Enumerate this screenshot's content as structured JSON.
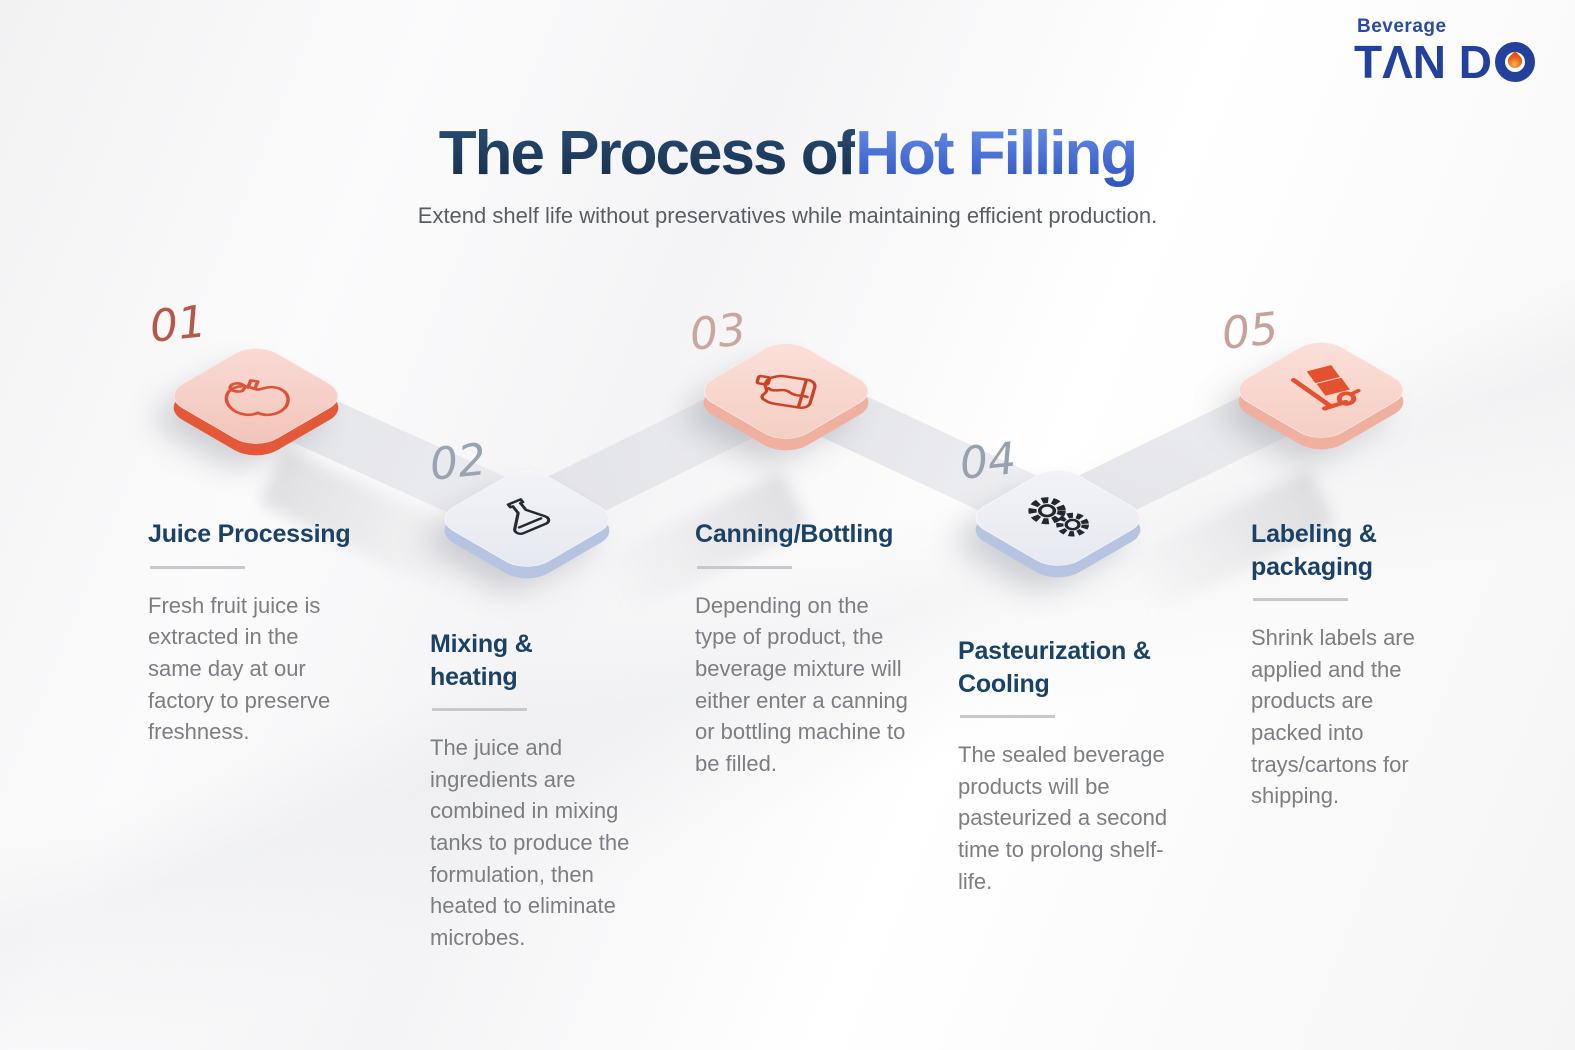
{
  "logo": {
    "tagline": "Beverage",
    "name": "TAN DO",
    "name_prefix": "TΛN D"
  },
  "header": {
    "title_prefix": "The Process of ",
    "title_highlight": "Hot Filling",
    "subtitle": "Extend shelf life without preservatives while maintaining efficient production."
  },
  "steps": [
    {
      "number": "01",
      "title": "Juice Processing",
      "description": "Fresh fruit juice is extracted in the same day at our factory to preserve freshness.",
      "icon": "apple-icon",
      "theme": "orange"
    },
    {
      "number": "02",
      "title": "Mixing & heating",
      "description": "The juice and ingredients are combined in mixing tanks to produce the formulation, then heated to eliminate microbes.",
      "icon": "flask-icon",
      "theme": "gray"
    },
    {
      "number": "03",
      "title": "Canning/Bottling",
      "description": "Depending on the type of product, the beverage mixture will either enter a canning or bottling machine to be filled.",
      "icon": "bottle-icon",
      "theme": "pink"
    },
    {
      "number": "04",
      "title": "Pasteurization & Cooling",
      "description": "The sealed beverage products will be pasteurized a second time to prolong shelf-life.",
      "icon": "gears-icon",
      "theme": "gray"
    },
    {
      "number": "05",
      "title": "Labeling & packaging",
      "description": "Shrink labels are applied and the products are packed into trays/cartons for shipping.",
      "icon": "hand-truck-icon",
      "theme": "pink"
    }
  ],
  "colors": {
    "brand_blue": "#24409d",
    "droplet_orange": "#ea5c12",
    "title_navy": "#1c3c60",
    "title_blue": "#3f68d3",
    "heading_navy": "#1b4265",
    "body_gray": "#7b7e82",
    "tile_edge_orange": "#e25839",
    "tile_edge_blue": "#b6c4e1",
    "tile_pink_face": "#f5cdc2",
    "tile_gray_face": "#e9ecf2",
    "icon_orange": "#dd5338",
    "icon_dark": "#23272e",
    "band_gray": "#e0e1e6",
    "number_red": "#b5574a",
    "number_gray": "#9aa3b0",
    "number_pink": "#c9a7a0"
  }
}
